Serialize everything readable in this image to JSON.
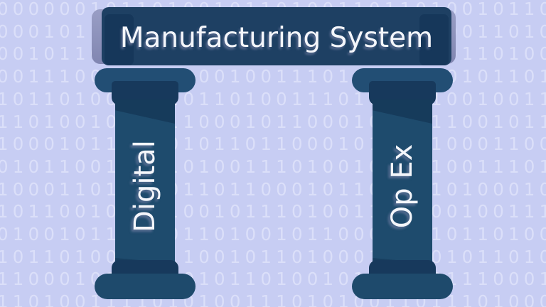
{
  "banner": {
    "title": "Manufacturing System"
  },
  "pillars": [
    {
      "label": "Digital"
    },
    {
      "label": "Op Ex"
    }
  ],
  "background": {
    "binary_rows": [
      "000000101101001011010011011010010110",
      "000101100110100011010010110010011010",
      "001011010011101001011010100110110100",
      "001110010110100100111010110100101101",
      "101101001011011010011101011010010011",
      "110100101101100010110001001011001011",
      "100010110100101101100010100110001100",
      "010110010011010011101001011010011101",
      "100011010010110110001011010110100010",
      "101100101101001011101001101100100111",
      "010010110100110100101100010110110100",
      "101101000101100101101000101101011010",
      "110001011010010110100101100101110001",
      "110100111101010011101010011011101000"
    ]
  },
  "colors": {
    "background": "#c7cdf3",
    "digits": "#dbdff9",
    "banner_board": "#1e4063",
    "banner_fold": "#16375a",
    "banner_endcap": "#9196bf",
    "pillar_capital": "#224e74",
    "pillar_neck": "#17395c",
    "pillar_shaft": "#1e4b6d",
    "pillar_base": "#1e4a6c",
    "text_light": "#f4f6fb"
  }
}
